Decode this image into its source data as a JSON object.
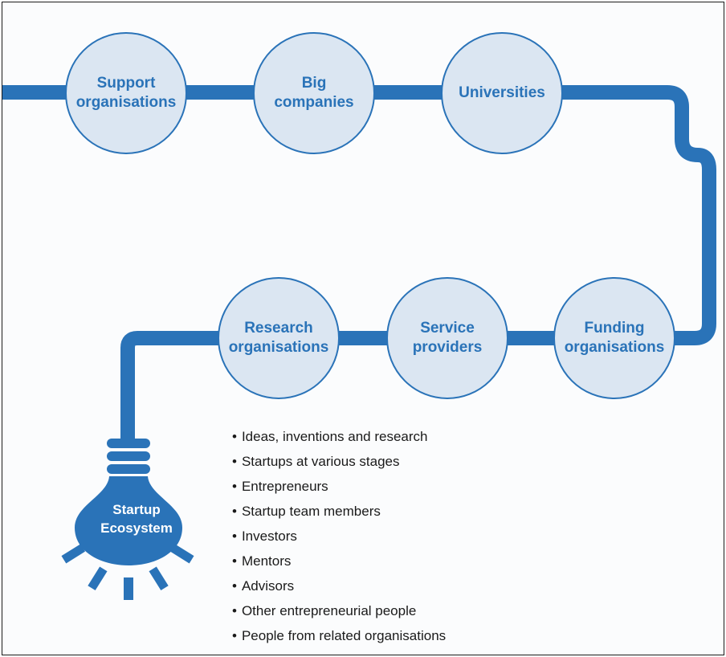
{
  "colors": {
    "accent": "#2a73b8",
    "node_fill": "#dbe6f2",
    "text": "#1a1a1a"
  },
  "nodes": [
    {
      "label": "Support\norganisations"
    },
    {
      "label": "Big\ncompanies"
    },
    {
      "label": "Universities"
    },
    {
      "label": "Funding\norganisations"
    },
    {
      "label": "Service\nproviders"
    },
    {
      "label": "Research\norganisations"
    }
  ],
  "bulb": {
    "label": "Startup\nEcosystem",
    "icon": "light-bulb-icon"
  },
  "items": [
    "Ideas, inventions and research",
    "Startups at various stages",
    "Entrepreneurs",
    "Startup team members",
    "Investors",
    "Mentors",
    "Advisors",
    "Other entrepreneurial people",
    "People from related organisations"
  ]
}
